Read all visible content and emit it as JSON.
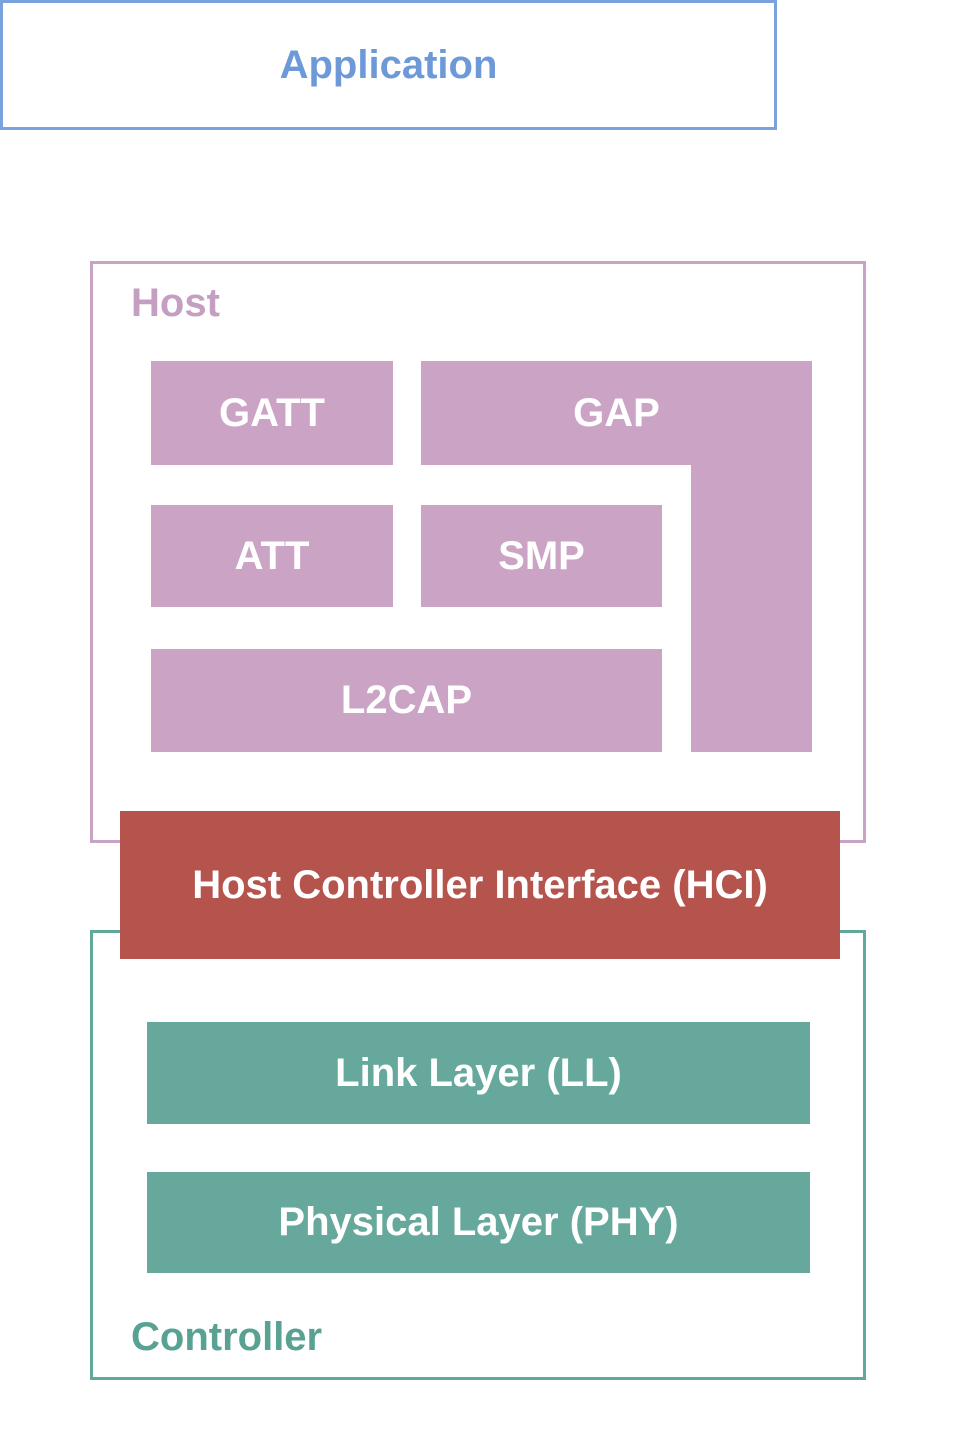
{
  "application": {
    "label": "Application"
  },
  "host": {
    "label": "Host",
    "blocks": {
      "gatt": "GATT",
      "gap": "GAP",
      "att": "ATT",
      "smp": "SMP",
      "l2cap": "L2CAP"
    }
  },
  "hci": {
    "label": "Host Controller Interface (HCI)"
  },
  "controller": {
    "label": "Controller",
    "blocks": {
      "link_layer": "Link Layer (LL)",
      "physical_layer": "Physical Layer (PHY)"
    }
  },
  "colors": {
    "application_border": "#7aa2dd",
    "application_text": "#6d99d9",
    "host_border": "#c9a3c5",
    "host_text": "#c49fc2",
    "block_fill": "#caa3c5",
    "hci_fill": "#b5544d",
    "teal_fill": "#66a99c",
    "controller_border": "#60a89b",
    "controller_text": "#58a193",
    "block_text": "#ffffff"
  }
}
